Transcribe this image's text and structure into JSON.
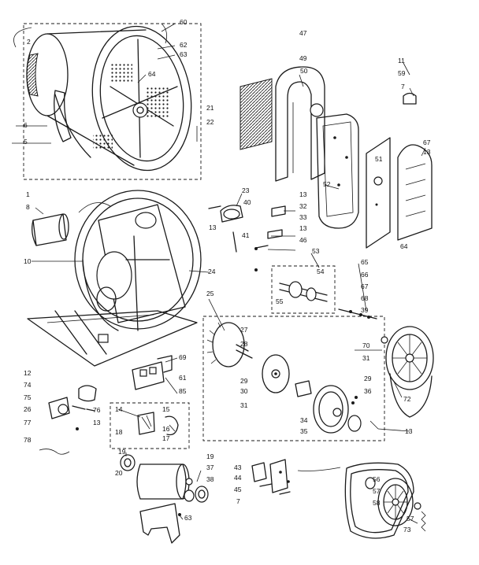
{
  "callouts": {
    "c47": "47",
    "c60": "60",
    "c2": "2",
    "c62": "62",
    "c63": "63",
    "c64": "64",
    "c6": "6",
    "c5": "5",
    "c21": "21",
    "c22": "22",
    "c49": "49",
    "c50": "50",
    "c11": "11",
    "c59": "59",
    "c7a": "7",
    "c67": "67",
    "c13a": "13",
    "c51": "51",
    "c52": "52",
    "c13b": "13",
    "c64b": "64",
    "c23": "23",
    "c40": "40",
    "c13c": "13",
    "c32": "32",
    "c33": "33",
    "c13d": "13",
    "c41": "41",
    "c46": "46",
    "c1": "1",
    "c8": "8",
    "c10": "10",
    "c24": "24",
    "c53": "53",
    "c54": "54",
    "c55": "55",
    "c65": "65",
    "c66": "66",
    "c67b": "67",
    "c68": "68",
    "c39": "39",
    "c70": "70",
    "c31a": "31",
    "c72": "72",
    "c25": "25",
    "c27": "27",
    "c28": "28",
    "c29a": "29",
    "c30": "30",
    "c31b": "31",
    "c29b": "29",
    "c36": "36",
    "c34": "34",
    "c35": "35",
    "c13e": "13",
    "c69": "69",
    "c61": "61",
    "c85": "85",
    "c12": "12",
    "c74": "74",
    "c75": "75",
    "c76": "76",
    "c26": "26",
    "c77": "77",
    "c78": "78",
    "c13f": "13",
    "c14": "14",
    "c15": "15",
    "c16": "16",
    "c17": "17",
    "c18": "18",
    "c19a": "19",
    "c19b": "19",
    "c20": "20",
    "c37": "37",
    "c38": "38",
    "c63b": "63",
    "c43": "43",
    "c44": "44",
    "c45": "45",
    "c7b": "7",
    "c56": "56",
    "c57a": "57",
    "c58": "58",
    "c57b": "57",
    "c73": "73"
  }
}
